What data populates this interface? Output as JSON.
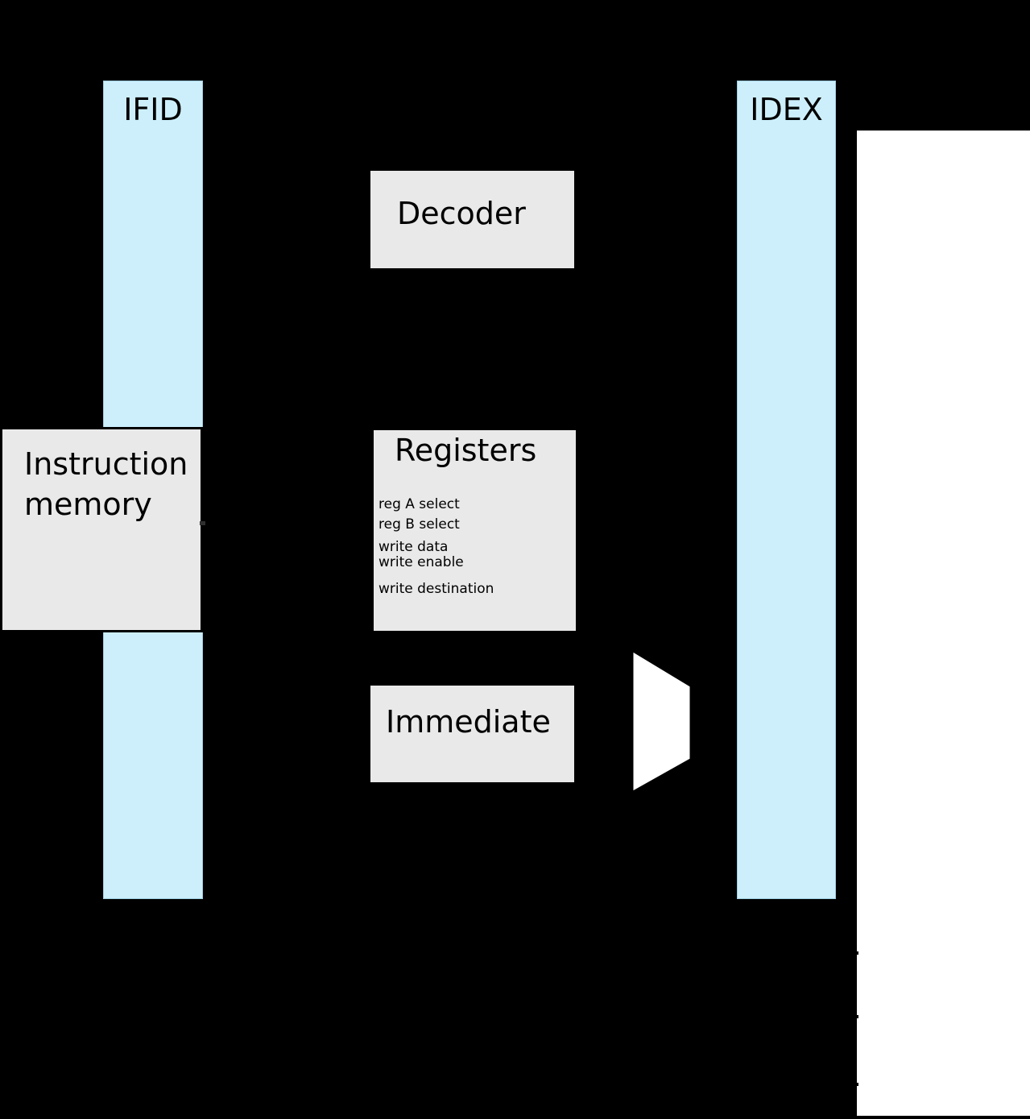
{
  "colors": {
    "background": "#000000",
    "pipeline_register_fill": "#CDEFFC",
    "block_fill": "#E9E9E9",
    "block_border": "#000000",
    "panel_fill": "#FFFFFF",
    "text": "#000000"
  },
  "pipeline_registers": {
    "ifid": {
      "label": "IFID"
    },
    "idex": {
      "label": "IDEX"
    }
  },
  "blocks": {
    "decoder": {
      "label": "Decoder"
    },
    "instruction_memory": {
      "line1": "Instruction",
      "line2": "memory"
    },
    "registers": {
      "title": "Registers",
      "ports": [
        "reg A select",
        "reg B select",
        "write data",
        "write enable",
        "write destination"
      ]
    },
    "immediate": {
      "label": "Immediate"
    }
  }
}
